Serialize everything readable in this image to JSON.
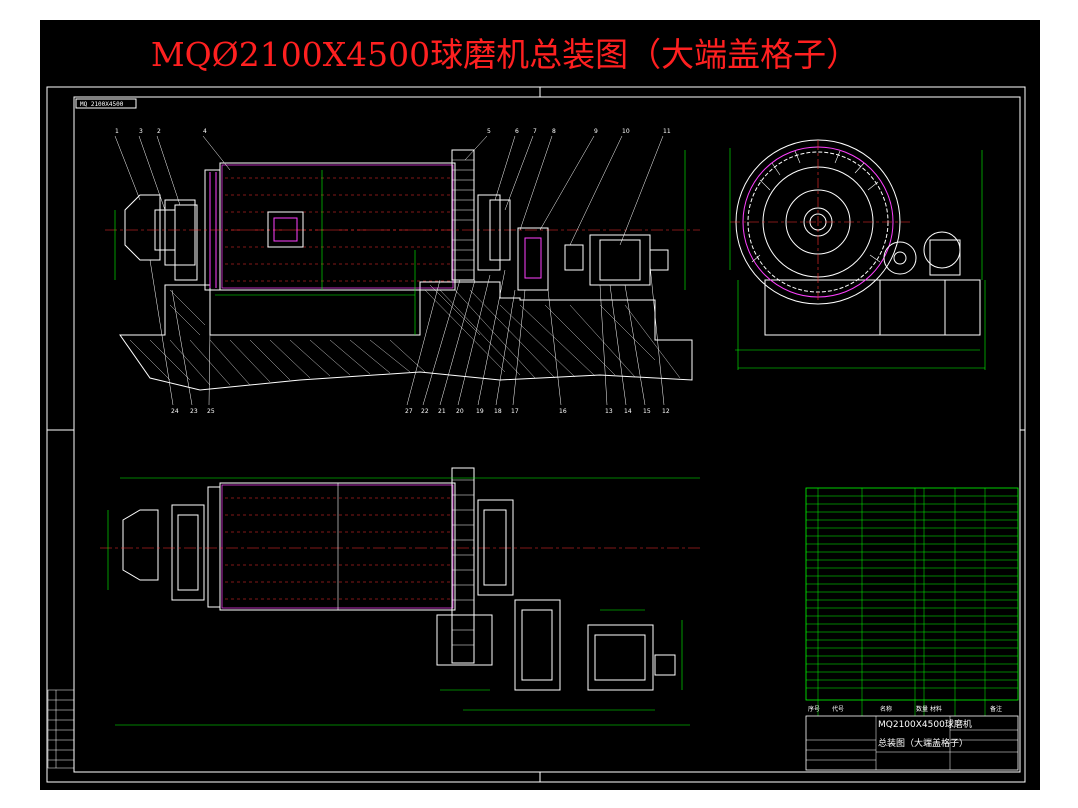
{
  "drawing": {
    "title": "MQØ2100X4500球磨机总装图（大端盖格子）",
    "frame_tag": "MQ 2100X4500"
  },
  "balloons_top": [
    "1",
    "3",
    "2",
    "4",
    "5",
    "6",
    "7",
    "8",
    "9",
    "10",
    "11"
  ],
  "balloons_bottom": [
    "24",
    "23",
    "25",
    "27",
    "22",
    "21",
    "20",
    "19",
    "18",
    "17",
    "16",
    "13",
    "14",
    "15",
    "12"
  ],
  "title_block": {
    "name_line1": "MQ2100X4500球磨机",
    "name_line2": "总装图（大端盖格子）",
    "headers": [
      "序号",
      "代号",
      "名称",
      "数量",
      "材料",
      "备注"
    ]
  },
  "colors": {
    "background": "#000000",
    "border": "#ffffff",
    "title": "#ff2020",
    "part_lines": "#ffffff",
    "centerlines": "#ff3030",
    "dimensions": "#00ff00",
    "leaders": "#ffffff",
    "flange_accent": "#ff40ff",
    "hatch": "#ffffff"
  }
}
